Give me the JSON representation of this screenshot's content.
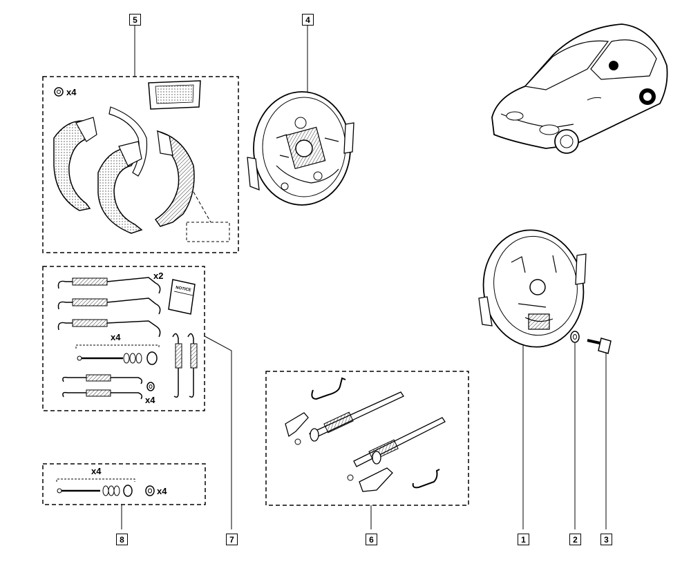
{
  "callouts": {
    "c1": "1",
    "c2": "2",
    "c3": "3",
    "c4": "4",
    "c5": "5",
    "c6": "6",
    "c7": "7",
    "c8": "8"
  },
  "quantities": {
    "kit5_nuts": "x4",
    "kit7_springs": "x2",
    "kit7_pins": "x4",
    "kit7_nuts": "x4",
    "kit8_pins": "x4",
    "kit8_nuts": "x4"
  },
  "notice_label": "NOTICE",
  "colors": {
    "line": "#000000",
    "background": "#ffffff"
  }
}
